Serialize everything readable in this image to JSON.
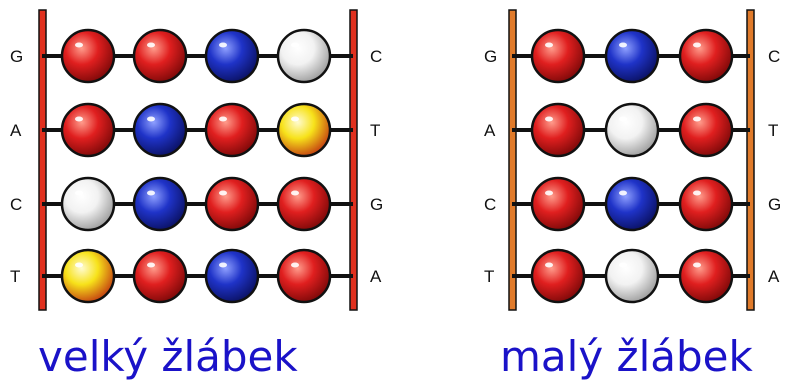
{
  "colors": {
    "red": "#e01f1f",
    "blue": "#1f33c8",
    "white": "#ffffff",
    "yellow": "#f7e21a",
    "backbone_left": "#e0301e",
    "backbone_right": "#e07a2a",
    "caption": "#1a12c8"
  },
  "panels": [
    {
      "caption": "velký žlábek",
      "rows": [
        {
          "left": "G",
          "right": "C",
          "atoms": [
            "red",
            "red",
            "blue",
            "white"
          ]
        },
        {
          "left": "A",
          "right": "T",
          "atoms": [
            "red",
            "blue",
            "red",
            "yellow"
          ]
        },
        {
          "left": "C",
          "right": "G",
          "atoms": [
            "white",
            "blue",
            "red",
            "red"
          ]
        },
        {
          "left": "T",
          "right": "A",
          "atoms": [
            "yellow",
            "red",
            "blue",
            "red"
          ]
        }
      ]
    },
    {
      "caption": "malý žlábek",
      "rows": [
        {
          "left": "G",
          "right": "C",
          "atoms": [
            "red",
            "blue",
            "red"
          ]
        },
        {
          "left": "A",
          "right": "T",
          "atoms": [
            "red",
            "white",
            "red"
          ]
        },
        {
          "left": "C",
          "right": "G",
          "atoms": [
            "red",
            "blue",
            "red"
          ]
        },
        {
          "left": "T",
          "right": "A",
          "atoms": [
            "red",
            "white",
            "red"
          ]
        }
      ]
    }
  ]
}
